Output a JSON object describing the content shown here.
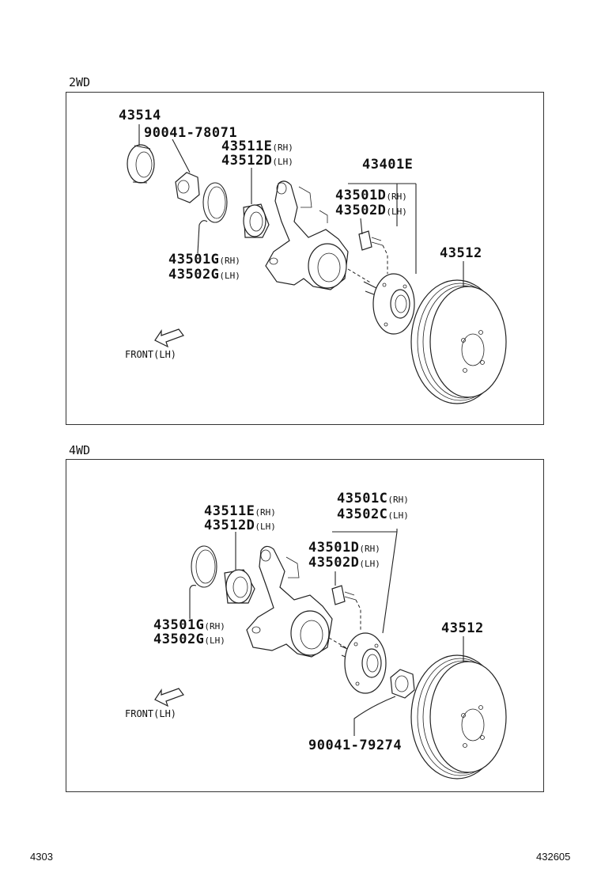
{
  "sections": [
    {
      "label": "2WD",
      "front_label": "FRONT(LH)",
      "parts": [
        {
          "number": "43514",
          "suffix": ""
        },
        {
          "number": "90041-78071",
          "suffix": ""
        },
        {
          "number": "43511E",
          "suffix": "(RH)"
        },
        {
          "number": "43512D",
          "suffix": "(LH)"
        },
        {
          "number": "43401E",
          "suffix": ""
        },
        {
          "number": "43501D",
          "suffix": "(RH)"
        },
        {
          "number": "43502D",
          "suffix": "(LH)"
        },
        {
          "number": "43512",
          "suffix": ""
        },
        {
          "number": "43501G",
          "suffix": "(RH)"
        },
        {
          "number": "43502G",
          "suffix": "(LH)"
        }
      ]
    },
    {
      "label": "4WD",
      "front_label": "FRONT(LH)",
      "parts": [
        {
          "number": "43511E",
          "suffix": "(RH)"
        },
        {
          "number": "43512D",
          "suffix": "(LH)"
        },
        {
          "number": "43501C",
          "suffix": "(RH)"
        },
        {
          "number": "43502C",
          "suffix": "(LH)"
        },
        {
          "number": "43501D",
          "suffix": "(RH)"
        },
        {
          "number": "43502D",
          "suffix": "(LH)"
        },
        {
          "number": "43512",
          "suffix": ""
        },
        {
          "number": "43501G",
          "suffix": "(RH)"
        },
        {
          "number": "43502G",
          "suffix": "(LH)"
        },
        {
          "number": "90041-79274",
          "suffix": ""
        }
      ]
    }
  ],
  "footer": {
    "page_left": "4303",
    "page_right": "432605"
  }
}
